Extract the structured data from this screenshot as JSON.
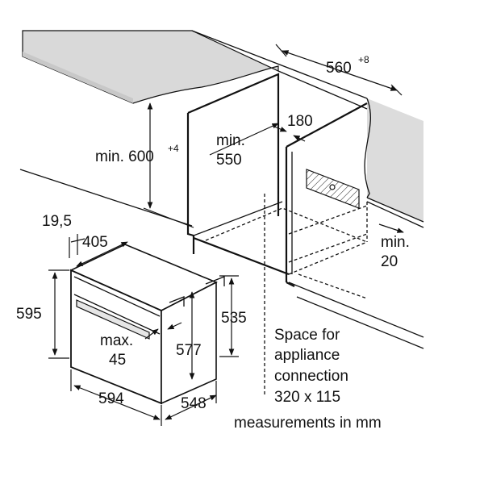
{
  "labels": {
    "depth_top": "560",
    "depth_top_tol": "+8",
    "height_min_prefix": "min. 600",
    "height_min_tol": "+4",
    "inner_min_1": "min.",
    "inner_min_2": "550",
    "gap_180": "180",
    "back_min_1": "min.",
    "back_min_2": "20",
    "d_19_5": "19,5",
    "d_405": "405",
    "d_595": "595",
    "d_535": "535",
    "d_577": "577",
    "d_max_1": "max.",
    "d_max_2": "45",
    "d_594": "594",
    "d_548": "548",
    "space_1": "Space for",
    "space_2": "appliance",
    "space_3": "connection",
    "space_4": "320 x 115",
    "units_note": "measurements in mm"
  }
}
